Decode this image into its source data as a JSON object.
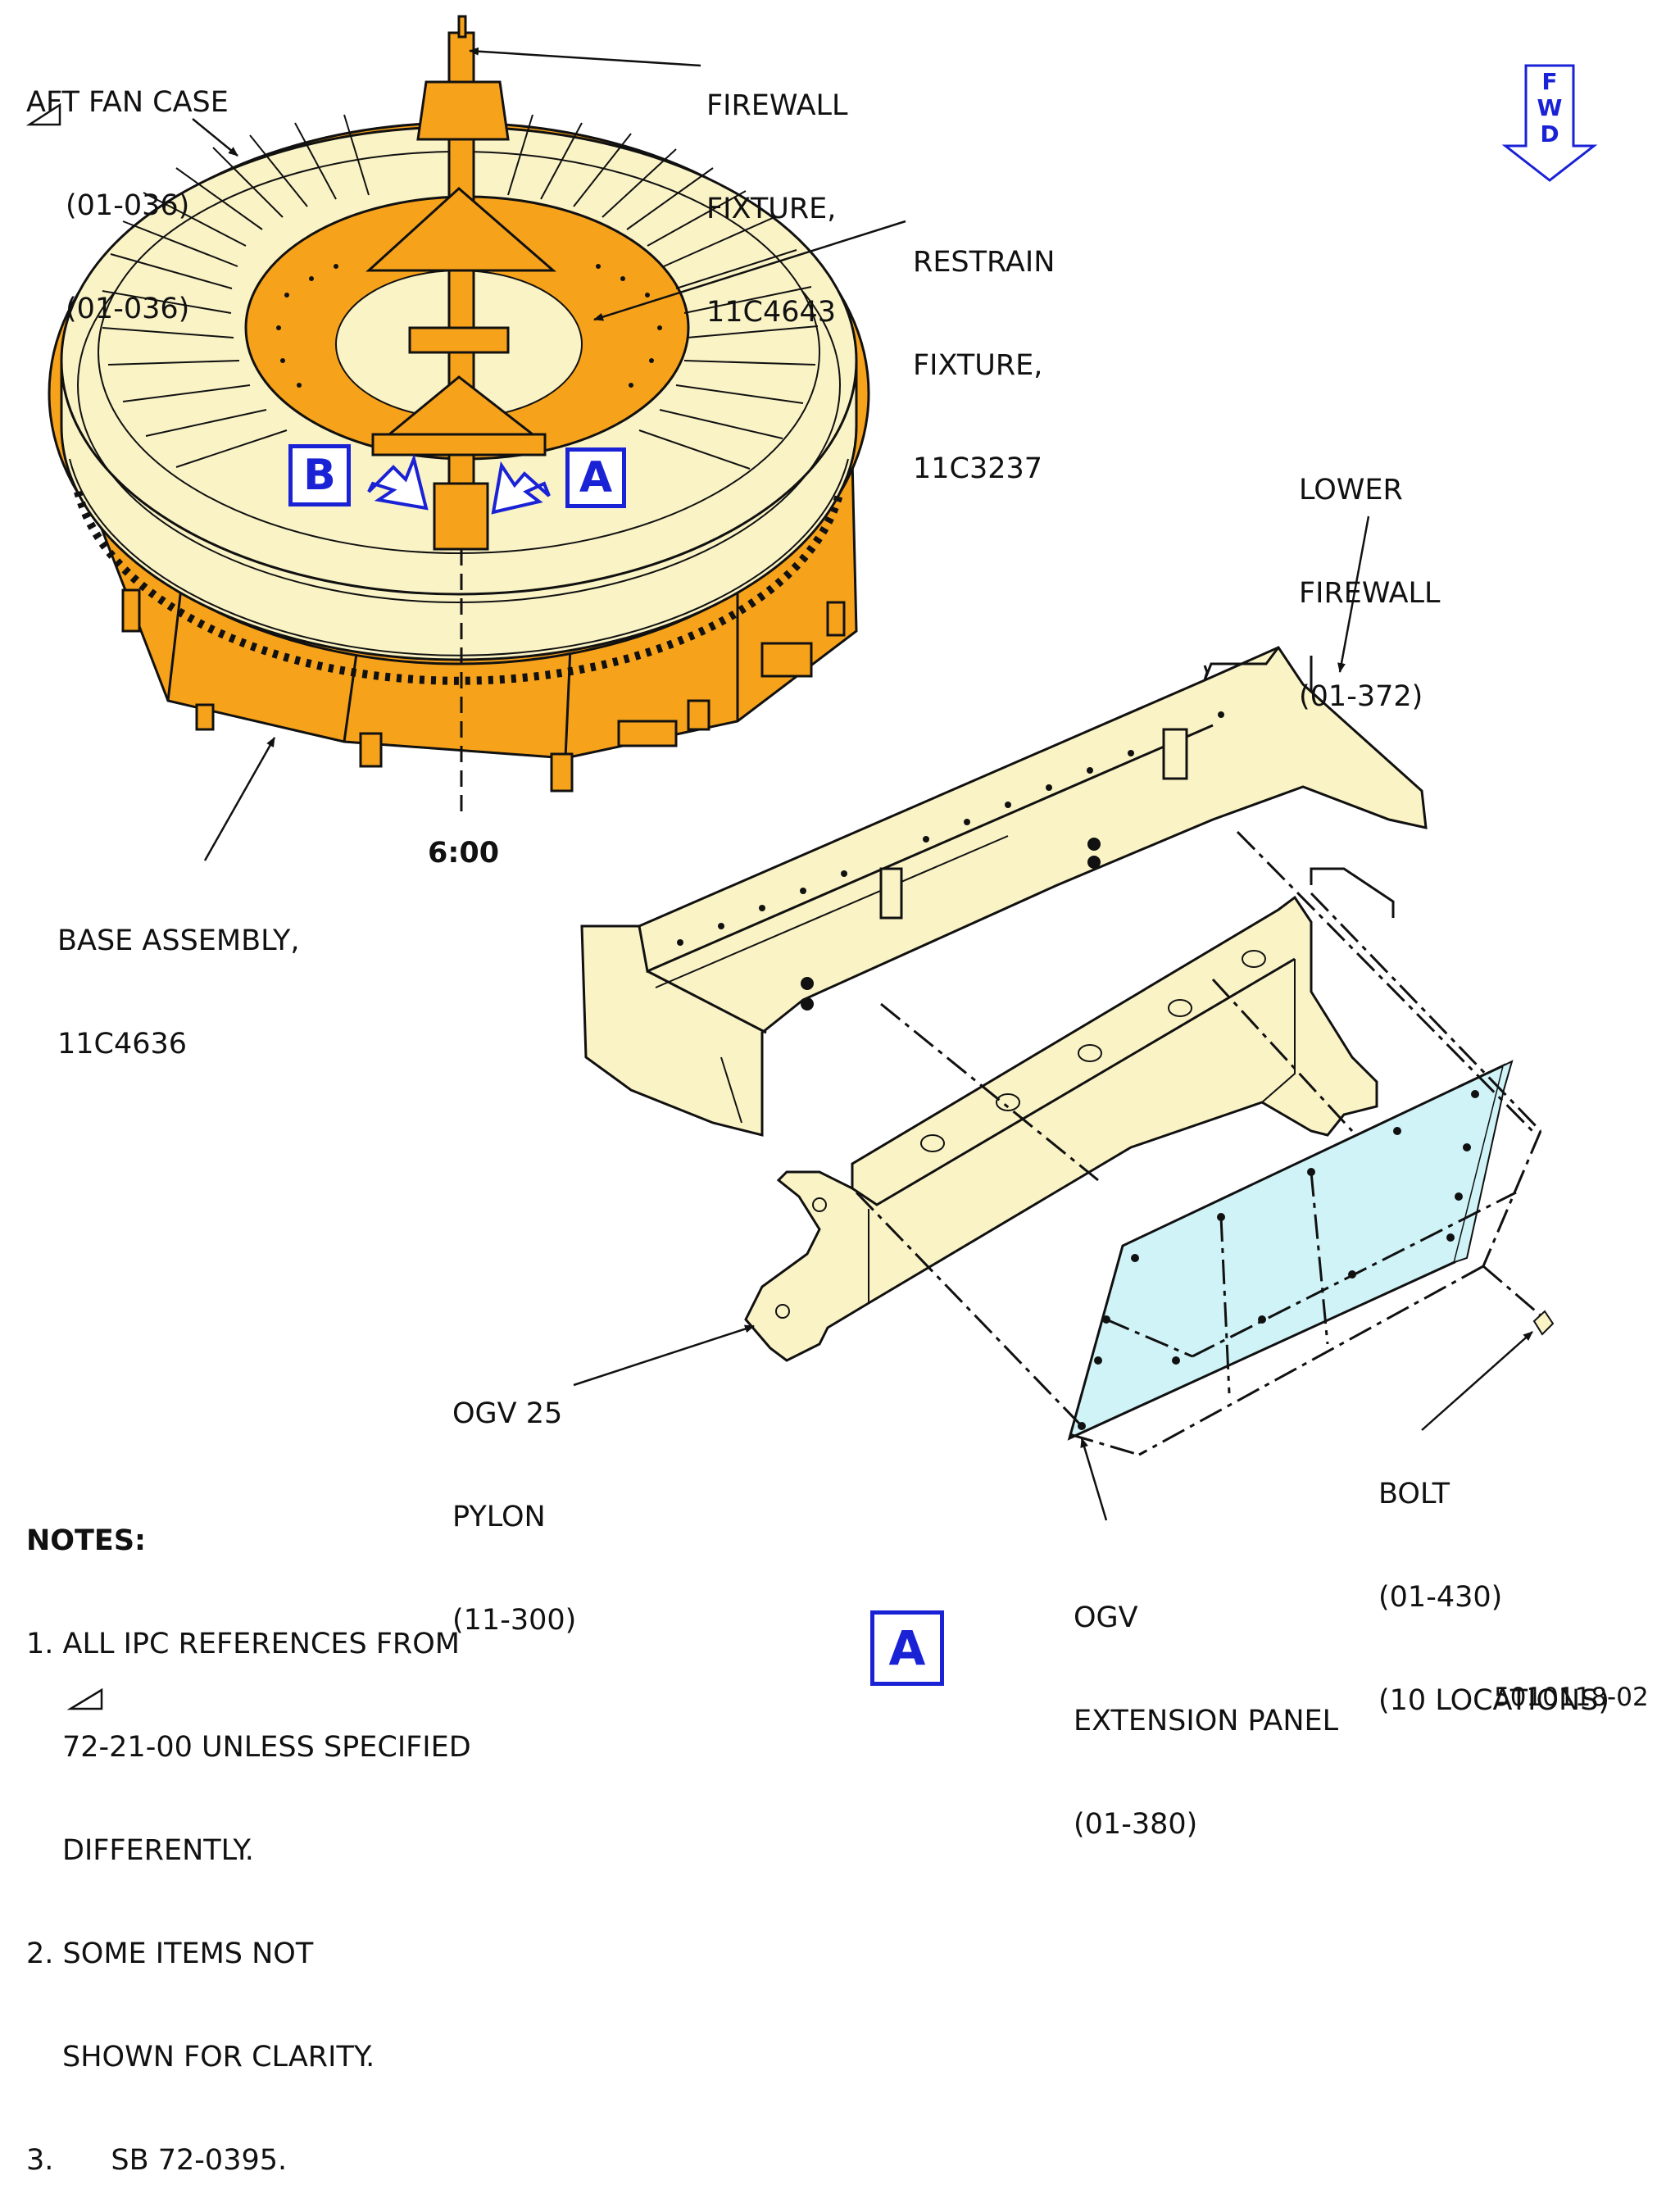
{
  "callouts": {
    "aft_fan_case": {
      "name": "AFT FAN CASE",
      "ref1": "(01-036)",
      "ref2": "(01-036)"
    },
    "firewall_fixture": {
      "line1": "FIREWALL",
      "line2": "FIXTURE,",
      "line3": "11C4643"
    },
    "restrain_fixture": {
      "line1": "RESTRAIN",
      "line2": "FIXTURE,",
      "line3": "11C3237"
    },
    "lower_firewall": {
      "line1": "LOWER",
      "line2": "FIREWALL",
      "line3": "(01-372)"
    },
    "base_assembly": {
      "line1": "BASE ASSEMBLY,",
      "line2": "11C4636"
    },
    "ogv25_pylon": {
      "line1": "OGV 25",
      "line2": "PYLON",
      "line3": "(11-300)"
    },
    "bolt": {
      "line1": "BOLT",
      "line2": "(01-430)",
      "line3": "(10 LOCATIONS)"
    },
    "ogv_extension_panel": {
      "line1": "OGV",
      "line2": "EXTENSION PANEL",
      "line3": "(01-380)"
    },
    "clock_position": "6:00"
  },
  "view_markers": {
    "b": "B",
    "a": "A",
    "detail_a": "A"
  },
  "fwd_arrow": {
    "letters": [
      "F",
      "W",
      "D"
    ]
  },
  "notes": {
    "title": "NOTES:",
    "items": [
      {
        "num": "1.",
        "lines": [
          "ALL IPC REFERENCES FROM",
          "72-21-00 UNLESS SPECIFIED",
          "DIFFERENTLY."
        ]
      },
      {
        "num": "2.",
        "lines": [
          "SOME ITEMS NOT",
          "SHOWN FOR CLARITY."
        ]
      },
      {
        "num": "3.",
        "lines": [
          "SB 72-0395."
        ]
      }
    ]
  },
  "figure_id": "5010118-02",
  "colors": {
    "orange_fixture": "#F7A21B",
    "cream_part": "#FAF3C6",
    "panel_blue": "#CFF3F7",
    "marker_blue": "#1A22D6",
    "line": "#111111"
  }
}
